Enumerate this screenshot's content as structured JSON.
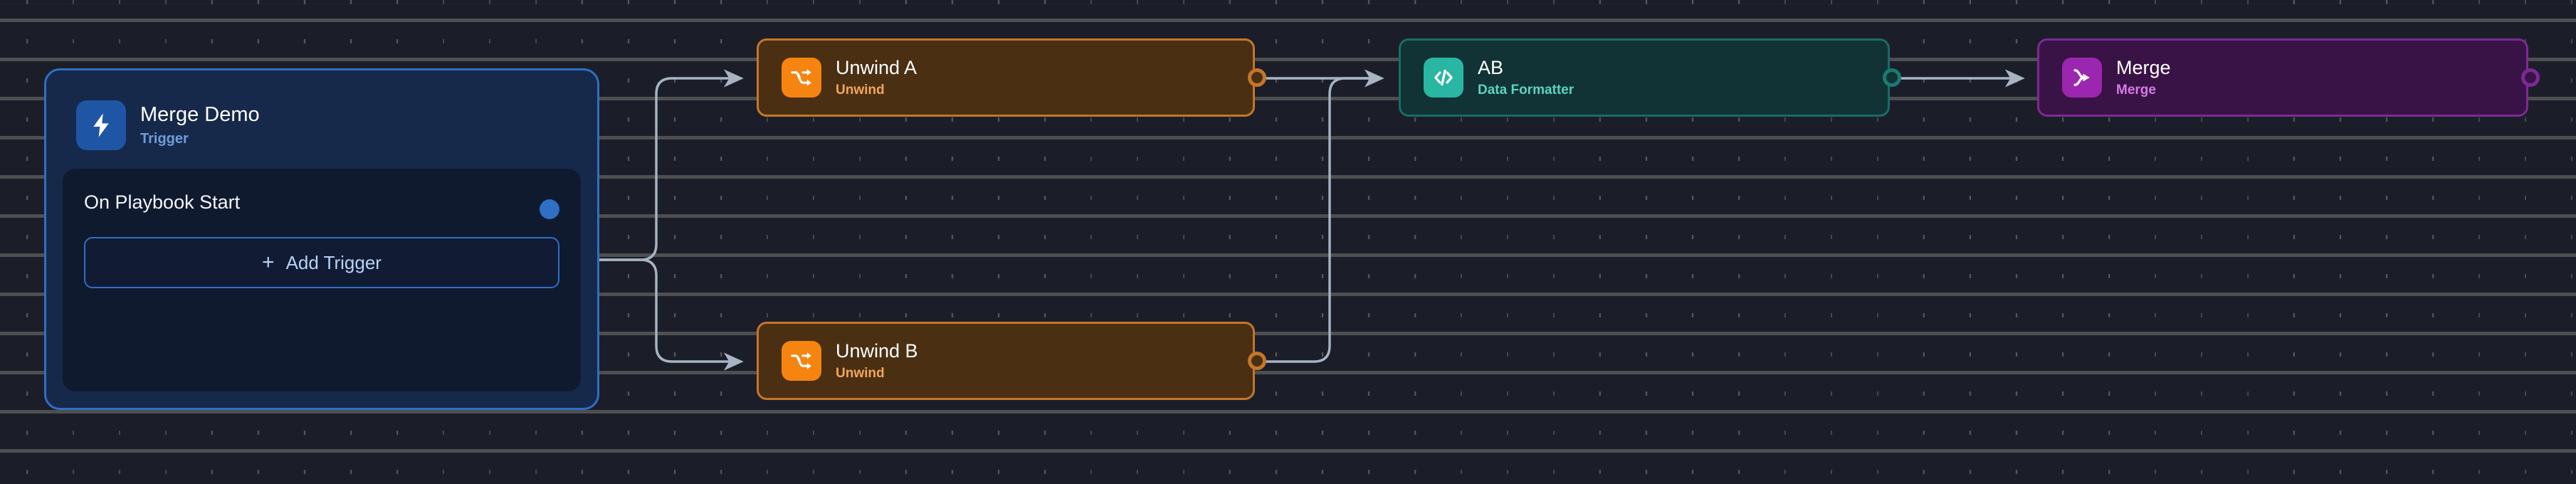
{
  "canvas": {
    "background_color": "#1b1e28",
    "grid_dot_color": "#7a7872",
    "edge_color": "#a8b4c4"
  },
  "trigger_card": {
    "title": "Merge Demo",
    "subtitle": "Trigger",
    "icon": "lightning-bolt-icon",
    "accent_color": "#2f6fc4",
    "icon_bg": "#1f55a5",
    "inner": {
      "label": "On Playbook Start",
      "add_button_label": "Add Trigger",
      "add_button_plus": "+",
      "output_port_color": "#2f6fc4"
    }
  },
  "nodes": [
    {
      "id": "unwind-a",
      "title": "Unwind A",
      "subtitle": "Unwind",
      "icon": "shuffle-branch-icon",
      "icon_bg": "#f58410",
      "body_bg": "#4a2f13",
      "border_color": "#c4762a",
      "subtitle_color": "#f2a65a"
    },
    {
      "id": "unwind-b",
      "title": "Unwind B",
      "subtitle": "Unwind",
      "icon": "shuffle-branch-icon",
      "icon_bg": "#f58410",
      "body_bg": "#4a2f13",
      "border_color": "#c4762a",
      "subtitle_color": "#f2a65a"
    },
    {
      "id": "ab",
      "title": "AB",
      "subtitle": "Data Formatter",
      "icon": "code-brackets-icon",
      "icon_bg": "#29b6a3",
      "body_bg": "#113335",
      "border_color": "#1b6b66",
      "subtitle_color": "#5bd3c0"
    },
    {
      "id": "merge",
      "title": "Merge",
      "subtitle": "Merge",
      "icon": "merge-arrow-icon",
      "icon_bg": "#9b27b0",
      "body_bg": "#3a1346",
      "border_color": "#7b2a95",
      "subtitle_color": "#d67ae8"
    }
  ],
  "edges": [
    {
      "from": "trigger",
      "to": "unwind-a"
    },
    {
      "from": "trigger",
      "to": "unwind-b"
    },
    {
      "from": "unwind-a",
      "to": "ab"
    },
    {
      "from": "unwind-b",
      "to": "ab"
    },
    {
      "from": "ab",
      "to": "merge"
    }
  ]
}
